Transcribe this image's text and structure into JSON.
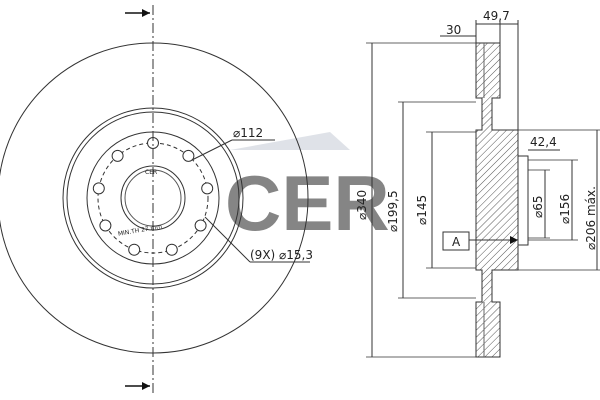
{
  "front_view": {
    "pcd_label": "⌀112",
    "holes_label": "(9X) ⌀15,3",
    "hub_text_1": "CER",
    "hub_text_2": "MIN.TH 27 mm"
  },
  "side_view": {
    "dim_thickness": "30",
    "dim_height": "49,7",
    "dim_offset": "42,4",
    "dim_outer_diameter": "⌀340",
    "dim_braking_diameter": "⌀199,5",
    "dim_hub_diameter": "⌀145",
    "dim_bore": "⌀65",
    "dim_inner_diameter": "⌀156",
    "dim_max_diameter": "⌀206 máx.",
    "reference_label": "A"
  },
  "watermark": {
    "text": "CER",
    "color": "#c5ccd6"
  },
  "colors": {
    "line": "#333333",
    "hatch": "#555555"
  }
}
